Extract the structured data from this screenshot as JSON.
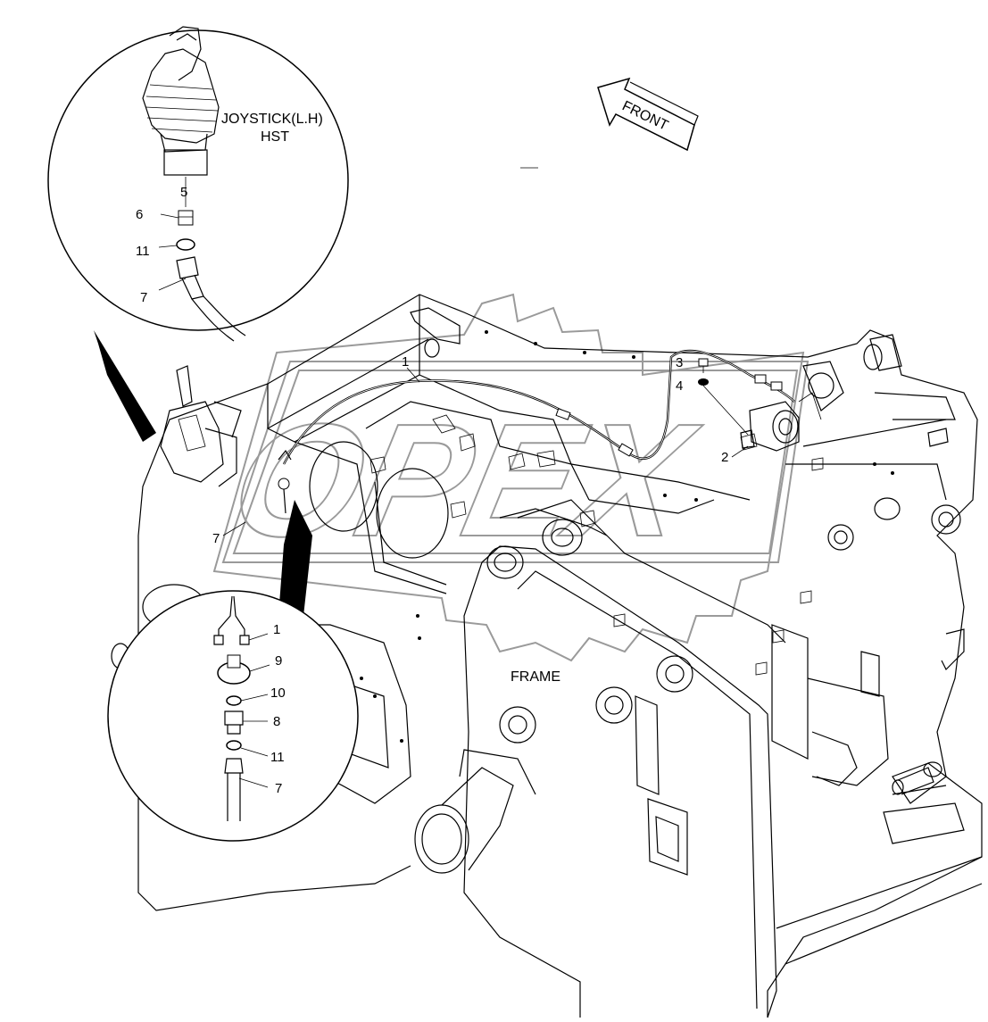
{
  "labels": {
    "joystick": "JOYSTICK(L.H)",
    "hst": "HST",
    "front": "FRONT",
    "frame": "FRAME",
    "watermark": "OPEX"
  },
  "callouts": {
    "top_5": "5",
    "top_6": "6",
    "top_11": "11",
    "top_7": "7",
    "main_1": "1",
    "main_3": "3",
    "main_4": "4",
    "main_2": "2",
    "main_7": "7",
    "bot_1": "1",
    "bot_9": "9",
    "bot_10": "10",
    "bot_8": "8",
    "bot_11": "11",
    "bot_7": "7"
  }
}
